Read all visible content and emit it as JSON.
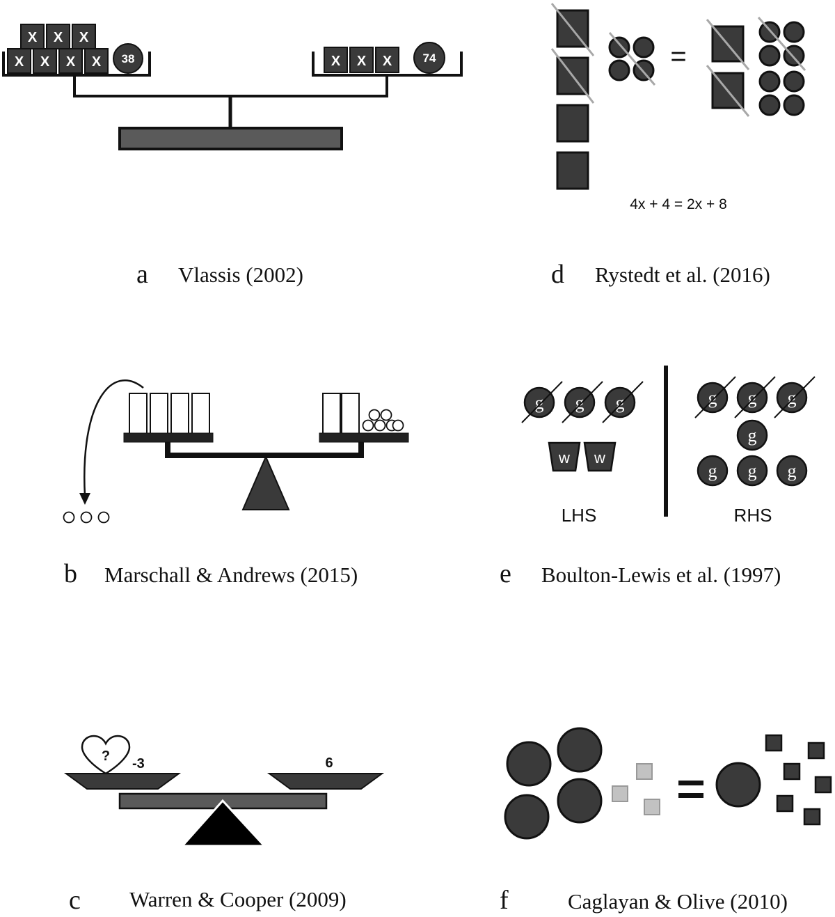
{
  "panels": {
    "a": {
      "letter": "a",
      "citation": "Vlassis (2002)",
      "box_label": "X",
      "left_constant": "38",
      "right_constant": "74"
    },
    "b": {
      "letter": "b",
      "citation": "Marschall & Andrews (2015)"
    },
    "c": {
      "letter": "c",
      "citation": "Warren & Cooper (2009)",
      "unknown_symbol": "?",
      "left_value": "-3",
      "right_value": "6"
    },
    "d": {
      "letter": "d",
      "citation": "Rystedt et al. (2016)",
      "equals": "=",
      "equation": "4x + 4 = 2x + 8"
    },
    "e": {
      "letter": "e",
      "citation": "Boulton-Lewis et al. (1997)",
      "coin_label": "g",
      "cup_label": "w",
      "lhs": "LHS",
      "rhs": "RHS"
    },
    "f": {
      "letter": "f",
      "citation": "Caglayan & Olive (2010)"
    }
  },
  "colors": {
    "dark_fill": "#3a3a3a",
    "mid_fill": "#5a5a5a",
    "light_square": "#c2c2c2",
    "stroke": "#111111",
    "strike_line": "#a8a8a8"
  }
}
